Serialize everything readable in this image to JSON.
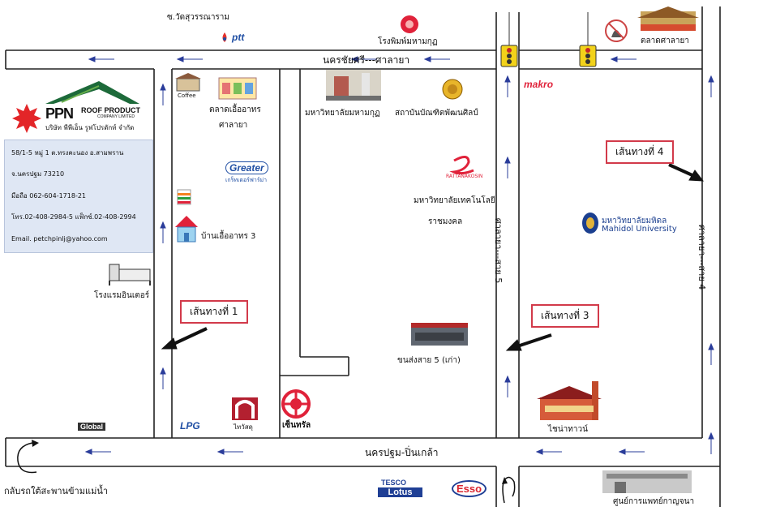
{
  "company": {
    "name": "PPN",
    "name_suffix": "ROOF PRODUCT",
    "name_sub": "COMPANY LIMITED",
    "name_thai": "บริษัท พีพีเอ็น รูฟโปรดักท์ จำกัด",
    "address_line1": "58/1-5 หมู่ 1 ต.ทรงคะนอง อ.สามพราน",
    "address_line2": "จ.นครปฐม 73210",
    "mobile": "มือถือ 062-604-1718-21",
    "phone_fax": "โทร.02-408-2984-5 แฟ็กซ์.02-408-2994",
    "email": "Email. petchpinlj@yahoo.com"
  },
  "roads": {
    "top": "นครชัยศรี---ศาลายา",
    "bottom": "นครปฐม-ปิ่นเกล้า",
    "bottom_left": "กลับรถใต้สะพานข้ามแม่น้ำ",
    "middle_vertical": "ศาลายา---สาย 5",
    "right_vertical": "ศาลายา---สาย 4"
  },
  "routes": {
    "r1": "เส้นทางที่ 1",
    "r3": "เส้นทางที่ 3",
    "r4": "เส้นทางที่ 4"
  },
  "places": {
    "temple": "ซ.วัดสุวรรณาราม",
    "printing": "โรงพิมพ์มหามกุฏ",
    "market_right": "ตลาดศาลายา",
    "coffee": "Coffee",
    "food_market": "ตลาดเอื้ออาทร",
    "food_market_2": "ศาลายา",
    "mahamakut_uni": "มหาวิทยาลัยมหามกุฏ",
    "fine_arts": "สถาบันบัณฑิตพัฒนศิลป์",
    "makro": "makro",
    "greater": "Greater",
    "greater_thai": "เกร็ทเตอร์ฟาร์ม่า",
    "rattanakosin": "RATTANAKOSIN",
    "rmut": "มหาวิทยาลัยเทคโนโลยี",
    "rmut_2": "ราชมงคล",
    "mahidol_thai": "มหาวิทยาลัยมหิดล",
    "mahidol_en": "Mahidol University",
    "housing": "บ้านเอื้ออาทร 3",
    "hotel": "โรงแรมอินเตอร์",
    "bus_terminal": "ขนส่งสาย 5 (เก่า)",
    "thai_watsadu": "ไทวัสดุ",
    "chainat": "ไชน่าทาวน์",
    "thenkrisl": "เซ็นทรัล",
    "global": "Global",
    "lpg": "LPG",
    "tesco": "TESCO",
    "lotus": "Lotus",
    "esso": "Esso",
    "medical_center": "ศูนย์การแพทย์กาญจนา"
  },
  "colors": {
    "road_border": "#222222",
    "arrow": "#2a3c9a",
    "route_border": "#d23a4a",
    "ppn_red": "#e32528",
    "ptt_blue": "#1f4ea3",
    "makro_red": "#e0223a",
    "mahidol_blue": "#1b3f8f",
    "esso_red": "#d9232e",
    "lotus_blue": "#1f3f95"
  }
}
